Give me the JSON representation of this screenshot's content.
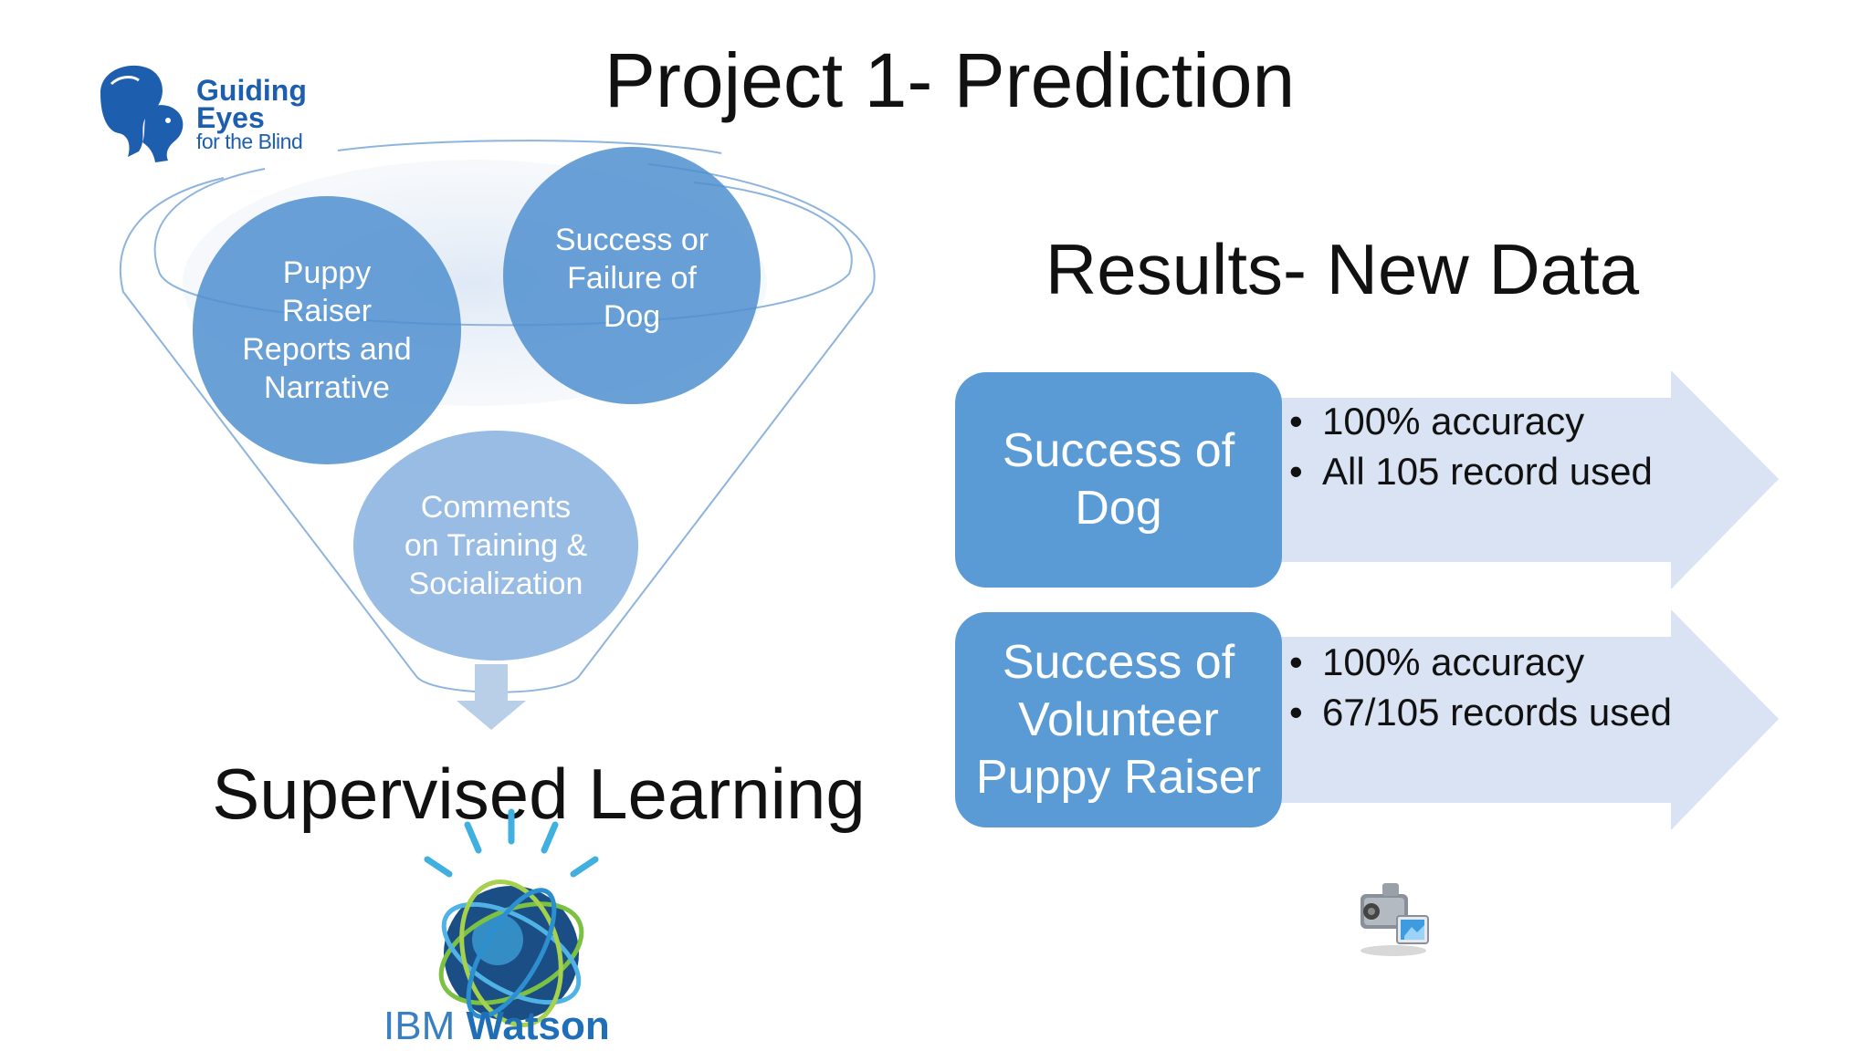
{
  "slide": {
    "title": "Project 1- Prediction",
    "results_title": "Results- New Data",
    "supervised_title": "Supervised Learning"
  },
  "logo": {
    "line1": "Guiding",
    "line2": "Eyes",
    "line3": "for the Blind",
    "icon": "guide-dog-icon"
  },
  "funnel": {
    "circles": [
      {
        "label": "Puppy\nRaiser\nReports and\nNarrative"
      },
      {
        "label": "Success or\nFailure of\nDog"
      },
      {
        "label": "Comments\non Training &\nSocialization"
      }
    ]
  },
  "results": [
    {
      "box": "Success of\nDog",
      "bullets": [
        "100% accuracy",
        "All 105 record used"
      ]
    },
    {
      "box": "Success of\nVolunteer\nPuppy Raiser",
      "bullets": [
        "100% accuracy",
        "67/105 records used"
      ]
    }
  ],
  "watson": {
    "brand_light": "IBM",
    "brand_bold": "Watson",
    "icon": "watson-globe-icon"
  },
  "media": {
    "icon": "video-camera-icon"
  },
  "colors": {
    "accent": "#5b9bd5",
    "arrow": "#dae3f3",
    "logo": "#1d5fae"
  }
}
